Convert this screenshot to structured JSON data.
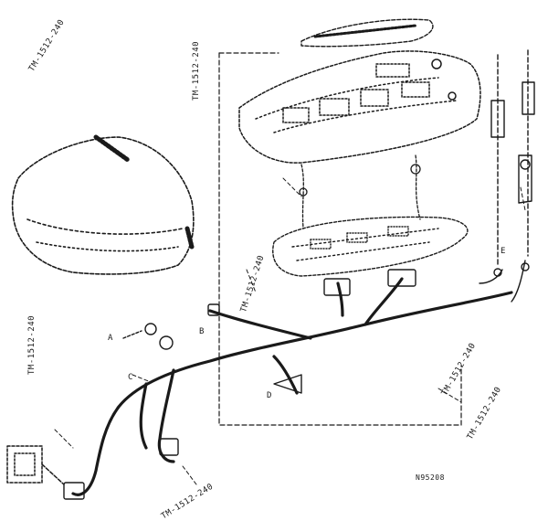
{
  "figure_id": "N95208",
  "colors": {
    "ink": "#1a1a1a",
    "paper": "#ffffff",
    "hatch": "#2a2a2a"
  },
  "reference_labels": {
    "top_left": "TM-1512-240",
    "left_vertical": "TM-1512-240",
    "center_vertical": "TM-1512-240",
    "harness_label": "TM-1512-240",
    "lower_right_1": "TM-1512-240",
    "lower_right_2": "TM-1512-240",
    "bottom_left": "TM-1512-240"
  },
  "callouts": [
    "A",
    "B",
    "C",
    "D",
    "E"
  ]
}
